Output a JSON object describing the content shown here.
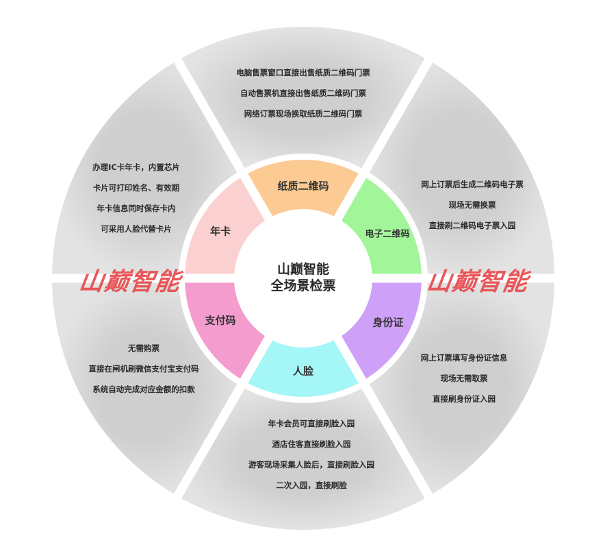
{
  "center": {
    "line1": "山巅智能",
    "line2": "全场景检票"
  },
  "watermark": "山巅智能",
  "colors": {
    "outer": "#d8d8d8",
    "paper_qr": "#fcca93",
    "e_qr": "#a3f59a",
    "id_card": "#cfa0f7",
    "face": "#a5f6f6",
    "pay_code": "#f59ccf",
    "annual_card": "#fbd0d0"
  },
  "segments": [
    {
      "key": "paper_qr",
      "label": "纸质二维码",
      "details": [
        "电脑售票窗口直接出售纸质二维码门票",
        "自动售票机直接出售纸质二维码门票",
        "网络订票现场换取纸质二维码门票"
      ]
    },
    {
      "key": "e_qr",
      "label": "电子二维码",
      "details": [
        "网上订票后生成二维码电子票",
        "现场无需换票",
        "直接刷二维码电子票入园"
      ]
    },
    {
      "key": "id_card",
      "label": "身份证",
      "details": [
        "网上订票填写身份证信息",
        "现场无需取票",
        "直接刷身份证入园"
      ]
    },
    {
      "key": "face",
      "label": "人脸",
      "details": [
        "年卡会员可直接刷脸入园",
        "酒店住客直接刷脸入园",
        "游客现场采集人脸后，直接刷脸入园",
        "二次入园，直接刷脸"
      ]
    },
    {
      "key": "pay_code",
      "label": "支付码",
      "details": [
        "无需购票",
        "直接在闸机刷微信支付宝支付码",
        "系统自动完成对应金额的扣款"
      ]
    },
    {
      "key": "annual_card",
      "label": "年卡",
      "details": [
        "办理IC卡年卡，内置芯片",
        "卡片可打印姓名、有效期",
        "年卡信息同时保存卡内",
        "可采用人脸代替卡片"
      ]
    }
  ]
}
